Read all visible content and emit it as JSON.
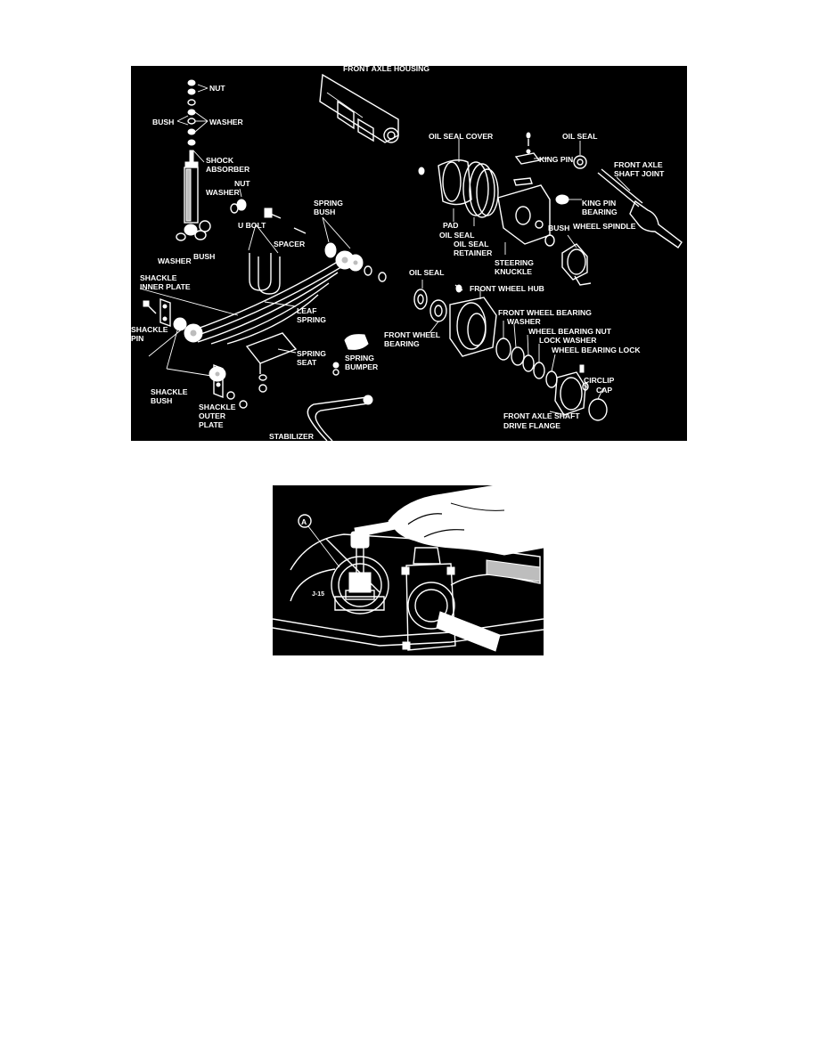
{
  "figure1": {
    "labels": {
      "front_axle_housing": "FRONT AXLE HOUSING",
      "nut_top": "NUT",
      "bush_top": "BUSH",
      "washer_top": "WASHER",
      "shock_absorber_1": "SHOCK",
      "shock_absorber_2": "ABSORBER",
      "nut_mid": "NUT",
      "washer_mid": "WASHER",
      "u_bolt": "U BOLT",
      "spacer": "SPACER",
      "spring_bush_1": "SPRING",
      "spring_bush_2": "BUSH",
      "washer_low": "WASHER",
      "bush_low": "BUSH",
      "shackle_inner_plate_1": "SHACKLE",
      "shackle_inner_plate_2": "INNER PLATE",
      "shackle_pin_1": "SHACKLE",
      "shackle_pin_2": "PIN",
      "leaf_spring_1": "LEAF",
      "leaf_spring_2": "SPRING",
      "spring_seat_1": "SPRING",
      "spring_seat_2": "SEAT",
      "spring_bumper_1": "SPRING",
      "spring_bumper_2": "BUMPER",
      "shackle_bush_1": "SHACKLE",
      "shackle_bush_2": "BUSH",
      "shackle_outer_plate_1": "SHACKLE",
      "shackle_outer_plate_2": "OUTER",
      "shackle_outer_plate_3": "PLATE",
      "stabilizer": "STABILIZER",
      "oil_seal_cover": "OIL SEAL COVER",
      "oil_seal_top": "OIL SEAL",
      "king_pin": "KING PIN",
      "front_axle_shaft_joint_1": "FRONT AXLE",
      "front_axle_shaft_joint_2": "SHAFT JOINT",
      "king_pin_bearing_1": "KING PIN",
      "king_pin_bearing_2": "BEARING",
      "pad": "PAD",
      "oil_seal_1": "OIL SEAL",
      "oil_seal_retainer_1": "OIL SEAL",
      "oil_seal_retainer_2": "RETAINER",
      "bush_right": "BUSH",
      "wheel_spindle": "WHEEL SPINDLE",
      "steering_knuckle_1": "STEERING",
      "steering_knuckle_2": "KNUCKLE",
      "oil_seal_left": "OIL SEAL",
      "front_wheel_hub": "FRONT WHEEL HUB",
      "front_wheel_bearing_right": "FRONT WHEEL BEARING",
      "washer_right": "WASHER",
      "wheel_bearing_nut": "WHEEL BEARING NUT",
      "lock_washer": "LOCK WASHER",
      "front_wheel_bearing_left_1": "FRONT WHEEL",
      "front_wheel_bearing_left_2": "BEARING",
      "wheel_bearing_lock": "WHEEL BEARING LOCK",
      "circlip": "CIRCLIP",
      "cap": "CAP",
      "drive_flange_1": "FRONT AXLE SHAFT",
      "drive_flange_2": "DRIVE FLANGE"
    }
  },
  "figure2": {
    "callout": "A",
    "tool_number": "J-15"
  }
}
